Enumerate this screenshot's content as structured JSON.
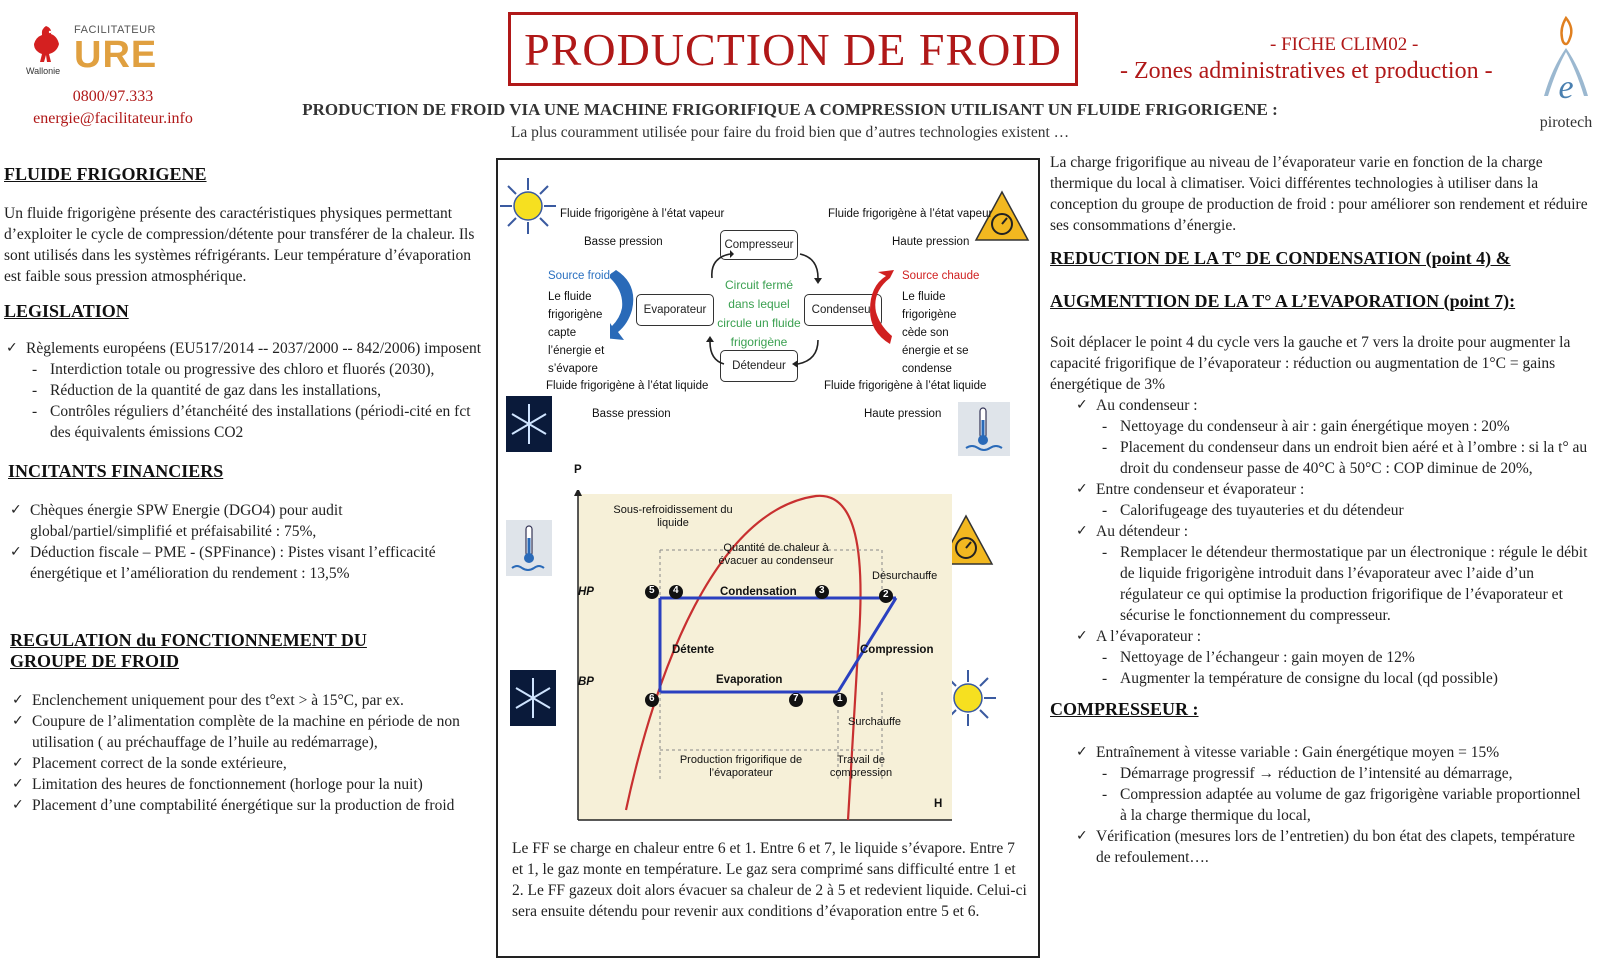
{
  "header": {
    "logo": {
      "facilitateur": "FACILITATEUR",
      "ure": "URE",
      "region": "Wallonie"
    },
    "phone": "0800/97.333",
    "email": "energie@facilitateur.info",
    "title": "PRODUCTION DE FROID",
    "fiche": "- FICHE CLIM02 -",
    "zones": "- Zones administratives et production -",
    "pirotech": "pirotech",
    "subtitle": "PRODUCTION DE FROID VIA UNE MACHINE FRIGORIFIQUE A COMPRESSION UTILISANT UN FLUIDE FRIGORIGENE :",
    "subtitle2": "La plus couramment utilisée pour faire du froid bien que d’autres technologies existent …"
  },
  "left": {
    "fluide_title": "FLUIDE FRIGORIGENE",
    "fluide_text": "Un fluide frigorigène présente des caractéristiques physiques permettant d’exploiter le cycle de compression/détente pour transférer de la chaleur. Ils sont utilisés dans les systèmes réfrigérants. Leur température d’évaporation est faible sous pression atmosphérique.",
    "legis_title": "LEGISLATION",
    "legis_item": "Règlements européens  (EU517/2014  -- 2037/2000  -- 842/2006)  imposent",
    "legis_sub": [
      "Interdiction totale ou progressive des chloro et  fluorés (2030),",
      "Réduction de la quantité de gaz dans les installations,",
      "Contrôles réguliers d’étanchéité des installations (périodi-cité en fct des équivalents émissions CO2"
    ],
    "incit_title": "INCITANTS FINANCIERS",
    "incit_items": [
      "Chèques énergie  SPW Energie (DGO4) pour audit global/partiel/simplifié et préfaisabilité : 75%,",
      "Déduction fiscale – PME -  (SPFinance) : Pistes visant l’efficacité énergétique  et l’amélioration du rendement : 13,5%"
    ],
    "regul_title": "REGULATION du FONCTIONNEMENT DU GROUPE DE FROID",
    "regul_items": [
      "Enclenchement uniquement pour des t°ext > à 15°C, par ex.",
      "Coupure de l’alimentation complète de la machine en période de non utilisation (       au préchauffage de l’huile au redémarrage),",
      "Placement correct de la sonde extérieure,",
      "Limitation des heures de fonctionnement (horloge pour la nuit)",
      "Placement d’une comptabilité énergétique sur la production de froid"
    ]
  },
  "diagram": {
    "vap_left": "Fluide frigorigène à l’état vapeur",
    "vap_right": "Fluide frigorigène à l’état vapeur",
    "bp_left": "Basse pression",
    "hp_right": "Haute pression",
    "compresseur": "Compresseur",
    "evaporateur": "Evaporateur",
    "condenseur": "Condenseur",
    "detendeur": "Détendeur",
    "circuit": "Circuit fermé dans lequel circule un fluide frigorigène",
    "source_froide": "Source froide",
    "froide_text": "Le fluide frigorigène capte l’énergie et s’évapore",
    "source_chaude": "Source chaude",
    "chaude_text": "Le fluide frigorigène cède son énergie et se condense",
    "liq_left": "Fluide frigorigène à l’état liquide",
    "liq_right": "Fluide frigorigène à l’état liquide",
    "bp_left2": "Basse pression",
    "hp_right2": "Haute pression",
    "ph": {
      "p": "P",
      "h": "H",
      "hp": "HP",
      "bp": "BP",
      "sous_ref": "Sous-refroidissement du liquide",
      "quantite": "Quantité de chaleur à évacuer au condenseur",
      "desurchauffe": "Désurchauffe",
      "condensation": "Condensation",
      "detente": "Détente",
      "compression": "Compression",
      "evaporation": "Evaporation",
      "surchauffe": "Surchauffe",
      "prod": "Production frigorifique de l’évaporateur",
      "travail": "Travail de compression",
      "points": [
        "5",
        "4",
        "3",
        "2",
        "6",
        "7",
        "1"
      ]
    },
    "caption": "Le FF se charge en chaleur entre 6 et 1. Entre 6 et 7, le liquide s’évapore. Entre 7 et 1, le gaz monte en température. Le gaz sera comprimé sans difficulté entre 1 et 2. Le FF gazeux doit alors évacuer sa chaleur de 2 à 5 et redevient liquide. Celui-ci  sera ensuite détendu pour revenir aux conditions d’évaporation entre 5 et 6."
  },
  "right": {
    "intro": "La charge frigorifique au niveau de l’évaporateur varie en fonction de la charge thermique du local à climatiser. Voici différentes technologies à utiliser dans la conception du groupe de production de froid : pour améliorer son rendement et réduire ses consommations d’énergie.",
    "red_title": "REDUCTION DE LA T° DE CONDENSATION (point 4)    &",
    "aug_title": "AUGMENTTION DE LA T° A L’EVAPORATION  (point 7):",
    "soit": "Soit déplacer le point 4 du cycle vers la gauche  et 7 vers la droite pour augmenter la capacité frigorifique de l’évaporateur : réduction ou augmentation de 1°C = gains énergétique de 3%",
    "cond_title": "Au condenseur :",
    "cond_sub": [
      "Nettoyage du condenseur à air : gain énergétique moyen : 20%",
      "Placement du condenseur dans un endroit bien aéré et à l’ombre : si la t° au droit du condenseur passe de 40°C à 50°C : COP diminue de 20%,"
    ],
    "entre_title": "Entre condenseur et évaporateur :",
    "entre_sub": [
      "Calorifugeage des tuyauteries et du détendeur"
    ],
    "det_title": "Au détendeur :",
    "det_sub": [
      "Remplacer le détendeur thermostatique par un électronique : régule  le débit de liquide frigorigène introduit dans l’évaporateur avec l’aide d’un régulateur ce qui optimise la production frigorifique de l’évaporateur  et sécurise le fonctionnement du compresseur."
    ],
    "evap_title": "A l’évaporateur :",
    "evap_sub": [
      "Nettoyage de l’échangeur  : gain moyen de 12%",
      "Augmenter la température de consigne du local (qd possible)"
    ],
    "comp_title": "COMPRESSEUR",
    "comp_item1": "Entraînement à vitesse variable : Gain énergétique moyen = 15%",
    "comp_sub": [
      "Démarrage progressif → réduction de l’intensité au démarrage,",
      "Compression adaptée au volume de gaz frigorigène variable proportionnel à la charge thermique du local,"
    ],
    "comp_item2": "Vérification (mesures lors de l’entretien) du bon état des clapets, température de refoulement…."
  },
  "colors": {
    "brand_red": "#b01818",
    "accent_gold": "#e0a040"
  }
}
